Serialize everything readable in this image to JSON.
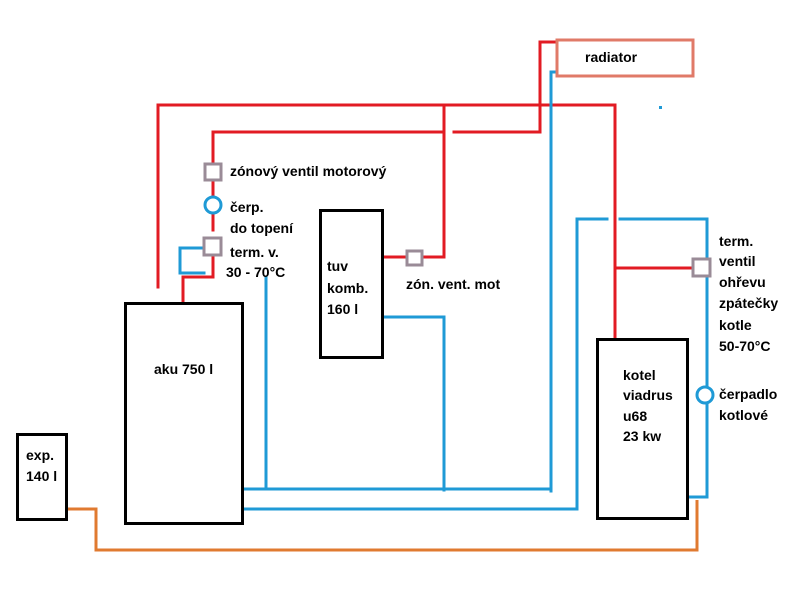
{
  "colors": {
    "hot_pipe": "#e21b23",
    "cold_pipe": "#1f9ad6",
    "expansion_pipe": "#e07a30",
    "radiator_border": "#e07a68",
    "valve": "#9a8b97"
  },
  "components": {
    "radiator": "radiator",
    "aku": "aku 750 l",
    "tuv": [
      "tuv",
      "komb.",
      "160 l"
    ],
    "kotel": [
      "kotel",
      "viadrus",
      "u68",
      "23 kw"
    ],
    "exp": [
      "exp.",
      "140 l"
    ]
  },
  "labels": {
    "zone_valve_top": "zónový ventil motorový",
    "pump_heating": [
      "čerp.",
      "do topení"
    ],
    "thermo_valve": [
      "term. v.",
      "30 - 70°C"
    ],
    "zone_valve_tuv": "zón. vent. mot",
    "return_valve": [
      "term.",
      "ventil",
      "ohřevu",
      "zpátečky",
      "kotle",
      "50-70°C"
    ],
    "boiler_pump": [
      "čerpadlo",
      "kotlové"
    ]
  }
}
